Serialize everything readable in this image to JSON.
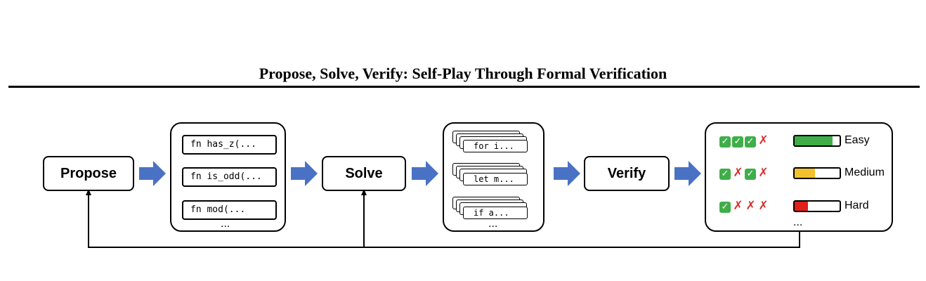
{
  "title": "Propose, Solve, Verify: Self-Play Through Formal Verification",
  "stages": {
    "propose": "Propose",
    "solve": "Solve",
    "verify": "Verify"
  },
  "proposals": [
    "fn has_z(...",
    "fn is_odd(...",
    "fn mod(..."
  ],
  "proposals_more": "...",
  "solutions": [
    "for i...",
    "let m...",
    "if a..."
  ],
  "solutions_more": "...",
  "results": [
    {
      "marks": [
        "pass",
        "pass",
        "pass",
        "fail"
      ],
      "difficulty": "Easy",
      "level": 0.85,
      "color": "#3fae49"
    },
    {
      "marks": [
        "pass",
        "fail",
        "pass",
        "fail"
      ],
      "difficulty": "Medium",
      "level": 0.45,
      "color": "#f2c12e"
    },
    {
      "marks": [
        "pass",
        "fail",
        "fail",
        "fail"
      ],
      "difficulty": "Hard",
      "level": 0.3,
      "color": "#e0201b"
    }
  ],
  "results_more": "...",
  "colors": {
    "arrow": "#4a72c4",
    "line": "#000000"
  }
}
